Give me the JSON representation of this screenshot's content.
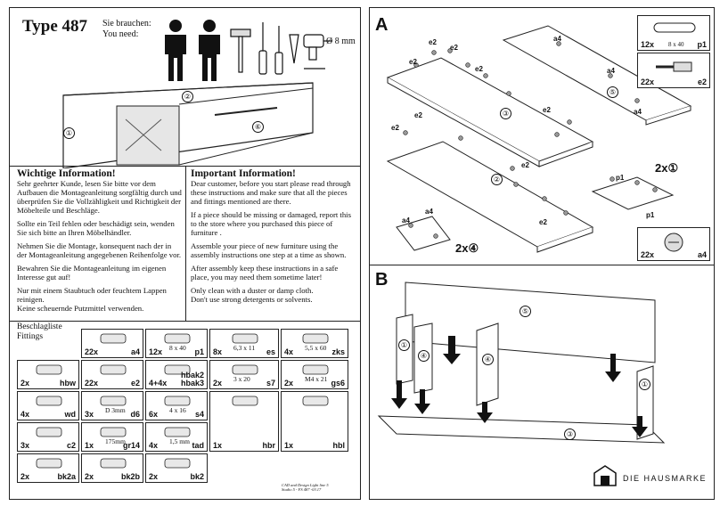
{
  "header": {
    "title": "Type 487",
    "needs_line1": "Sie brauchen:",
    "needs_line2": "You need:",
    "drill_size": "Ø 8 mm"
  },
  "furniture_parts": [
    "②",
    "①",
    "⑥"
  ],
  "info_de": {
    "heading": "Wichtige Information!",
    "paragraphs": [
      "Sehr geehrter Kunde, lesen Sie bitte vor dem Aufbauen die Montageanleitung sorgfältig durch und überprüfen Sie die Vollzähligkeit und Richtigkeit der Möbelteile und Beschläge.",
      "Sollte ein Teil fehlen oder beschädigt sein, wenden Sie sich bitte an Ihren Möbelhändler.",
      "Nehmen Sie die Montage, konsequent nach der in der Montageanleitung angegebenen Reihenfolge vor.",
      "Bewahren Sie die Montageanleitung im eigenen Interesse gut auf!",
      "Nur mit einem Staubtuch oder feuchtem Lappen reinigen.\nKeine scheuernde Putzmittel verwenden."
    ]
  },
  "info_en": {
    "heading": "Important Information!",
    "paragraphs": [
      "Dear customer, before you start please read through these instructions and make sure that all the pieces and fittings mentioned are there.",
      "If a piece should be missing or damaged, report this to the store where you purchased this piece of furniture .",
      "Assemble your piece of new furniture using the assembly instructions one step at a time as shown.",
      "After assembly keep these instructions in a safe place, you may need them sometime later!",
      "Only clean with a duster or damp cloth.\nDon't use strong detergents or solvents."
    ]
  },
  "fittings": {
    "title_de": "Beschlagliste",
    "title_en": "Fittings",
    "items": [
      {
        "qty": "22x",
        "code": "a4",
        "size": ""
      },
      {
        "qty": "12x",
        "code": "p1",
        "size": "8 x 40"
      },
      {
        "qty": "8x",
        "code": "es",
        "size": "6,3 x 11"
      },
      {
        "qty": "4x",
        "code": "zks",
        "size": "5,5 x 60"
      },
      {
        "qty": "2x",
        "code": "hbw",
        "size": ""
      },
      {
        "qty": "22x",
        "code": "e2",
        "size": ""
      },
      {
        "qty": "4+4x",
        "code": "hbak2\nhbak3",
        "size": ""
      },
      {
        "qty": "2x",
        "code": "s7",
        "size": "3 x 20"
      },
      {
        "qty": "2x",
        "code": "gs6",
        "size": "M4 x 21"
      },
      {
        "qty": "4x",
        "code": "wd",
        "size": ""
      },
      {
        "qty": "3x",
        "code": "d6",
        "size": "D 3mm"
      },
      {
        "qty": "6x",
        "code": "s4",
        "size": "4 x 16"
      },
      {
        "qty": "3x",
        "code": "c2",
        "size": ""
      },
      {
        "qty": "1x",
        "code": "gr14",
        "size": "175mm"
      },
      {
        "qty": "4x",
        "code": "tad",
        "size": "1,5 mm"
      },
      {
        "qty": "1x",
        "code": "hbr",
        "size": ""
      },
      {
        "qty": "1x",
        "code": "hbl",
        "size": ""
      },
      {
        "qty": "2x",
        "code": "bk2a",
        "size": ""
      },
      {
        "qty": "2x",
        "code": "bk2b",
        "size": ""
      },
      {
        "qty": "2x",
        "code": "bk2",
        "size": ""
      }
    ]
  },
  "credits": {
    "line1": "CAD and Design Light line 5",
    "line2": "Studio 5 - FS 487 -03.17"
  },
  "section_a": {
    "letter": "A",
    "box1": {
      "qty": "12x",
      "size": "8 x 40",
      "code": "p1"
    },
    "box2": {
      "qty": "22x",
      "code": "e2"
    },
    "box3": {
      "qty": "22x",
      "code": "a4"
    },
    "label_e2": "e2",
    "label_a4": "a4",
    "label_p1": "p1",
    "mult1": "2x",
    "mult1_part": "①",
    "mult2": "2x",
    "mult2_part": "④",
    "part_5": "⑤",
    "part_3": "③",
    "part_2": "②"
  },
  "section_b": {
    "letter": "B",
    "part_5": "⑤",
    "part_1": "①",
    "part_4": "④",
    "part_3": "③"
  },
  "brand": "DIE HAUSMARKE"
}
